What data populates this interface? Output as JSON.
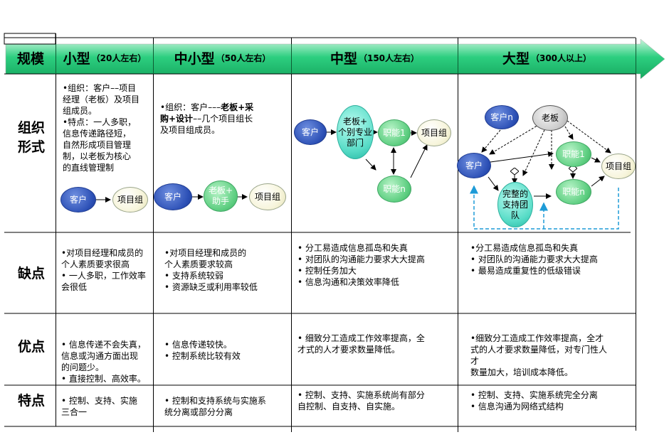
{
  "header": {
    "scale_label": "规模",
    "columns": [
      {
        "name": "小型",
        "size": "（20人左右）"
      },
      {
        "name": "中小型",
        "size": "（50人左右）"
      },
      {
        "name": "中型",
        "size": "（150人左右）"
      },
      {
        "name": "大型",
        "size": "（300人以上）"
      }
    ]
  },
  "rows": {
    "org": {
      "label": "组织\n形式",
      "small_text": "•组织：客户––项目\n经理（老板）及项目\n组成员。\n•特点：一人多职，\n信息传递路径短，\n自然形成项目管理\n制，以老板为核心\n的直线管理制",
      "smallmid_text_prefix": "•组织：客户–––",
      "smallmid_text_bold": "老板+采\n购+设计",
      "smallmid_text_suffix": "––几个项目组长\n及项目组成员。"
    },
    "cons": {
      "label": "缺点",
      "small": "•对项目经理和成员的\n个人素质要求很高\n• 一人多职，工作效率\n会很低",
      "smallmid": "•对项目经理和成员的\n个人素质要求较高\n• 支持系统较弱\n• 资源缺乏或利用率较低",
      "mid": "• 分工易造成信息孤岛和失真\n• 对团队的沟通能力要求大大提高\n• 控制任务加大\n• 信息沟通和决策效率降低",
      "large": "•分工易造成信息孤岛和失真\n• 对团队的沟通能力要求大大提高\n• 最易造成重复性的低级错误"
    },
    "pros": {
      "label": "优点",
      "small": "• 信息传递不会失真，\n信息或沟通方面出现\n的问题少。\n• 直接控制、高效率。",
      "smallmid": "• 信息传递较快。\n• 控制系统比较有效",
      "mid": "• 细致分工造成工作效率提高，全\n才式的人才要求数量降低。",
      "large": "•细致分工造成工作效率提高，全才\n式的人才要求数量降低，对专门性人\n才\n数量加大，培训成本降低。"
    },
    "features": {
      "label": "特点",
      "small": "• 控制、支持、实施\n三合一",
      "smallmid": "• 控制和支持系统与实施系\n统分离或部分分离",
      "mid": "• 控制、支持、实施系统尚有部分\n自控制、自支持、自实施。",
      "large": "• 控制、支持、实施系统完全分离\n• 信息沟通为网络式结构"
    }
  },
  "diagrams": {
    "small": {
      "client": "客户",
      "team": "项目组"
    },
    "smallmid": {
      "client": "客户",
      "boss": "老板+\n助手",
      "team": "项目组"
    },
    "mid": {
      "client": "客户",
      "boss": "老板+\n个别专业\n部门",
      "func1": "职能1",
      "funcn": "职能n",
      "team": "项目组"
    },
    "large": {
      "client_n": "客户n",
      "boss": "老板",
      "client": "客户",
      "func1": "职能1",
      "funcn": "职能n",
      "team": "项目组",
      "support": "完整的\n支持团\n队"
    }
  },
  "colors": {
    "header_green": "#1fbf72",
    "blue": "#2b4fb5",
    "green": "#5fcf82",
    "teal": "#58dcc7",
    "dash_blue": "#1e9bd7"
  }
}
